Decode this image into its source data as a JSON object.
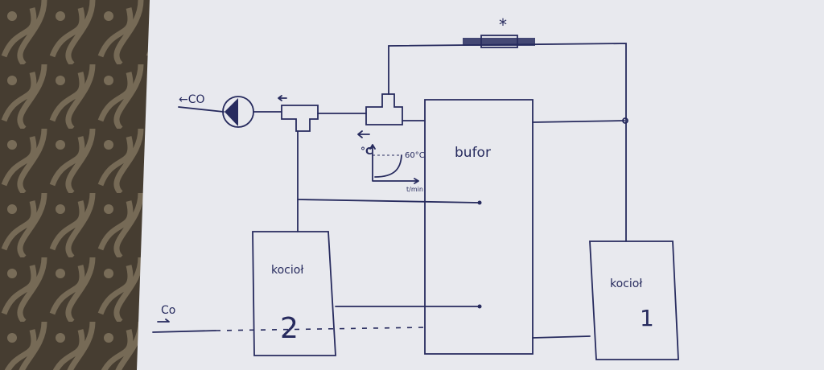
{
  "labels": {
    "co_out": "←CO",
    "co_in": "Co",
    "boiler2": "kocioł",
    "boiler2_num": "2",
    "boiler1": "kocioł",
    "boiler1_num": "1",
    "buffer": "bufor",
    "temp_axis": "°C",
    "temp_value": "60°C",
    "time_axis": "t/min",
    "valve_mark": "*"
  },
  "colors": {
    "ink": "#272b5e",
    "paper": "#e8e9ee",
    "fabric": "#4a4236"
  }
}
